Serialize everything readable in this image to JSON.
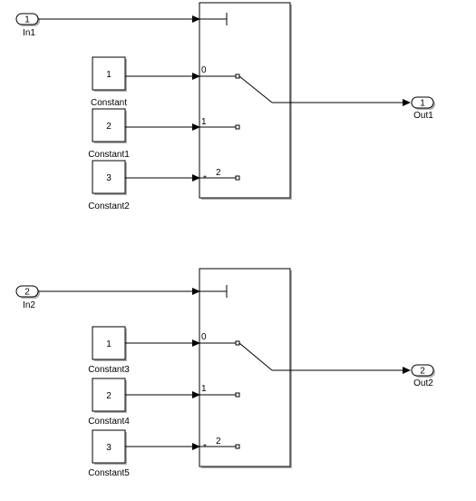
{
  "subsystems": [
    {
      "inport": {
        "number": "1",
        "name": "In1"
      },
      "constants": [
        {
          "value": "1",
          "name": "Constant",
          "port_label": "0"
        },
        {
          "value": "2",
          "name": "Constant1",
          "port_label": "1"
        },
        {
          "value": "3",
          "name": "Constant2",
          "port_label": "2"
        }
      ],
      "outport": {
        "number": "1",
        "name": "Out1"
      }
    },
    {
      "inport": {
        "number": "2",
        "name": "In2"
      },
      "constants": [
        {
          "value": "1",
          "name": "Constant3",
          "port_label": "0"
        },
        {
          "value": "2",
          "name": "Constant4",
          "port_label": "1"
        },
        {
          "value": "3",
          "name": "Constant5",
          "port_label": "2"
        }
      ],
      "outport": {
        "number": "2",
        "name": "Out2"
      }
    }
  ],
  "default_case_marker": "*",
  "colors": {
    "stroke": "#000000",
    "shadow": "#b0b0b0",
    "background": "#ffffff"
  }
}
